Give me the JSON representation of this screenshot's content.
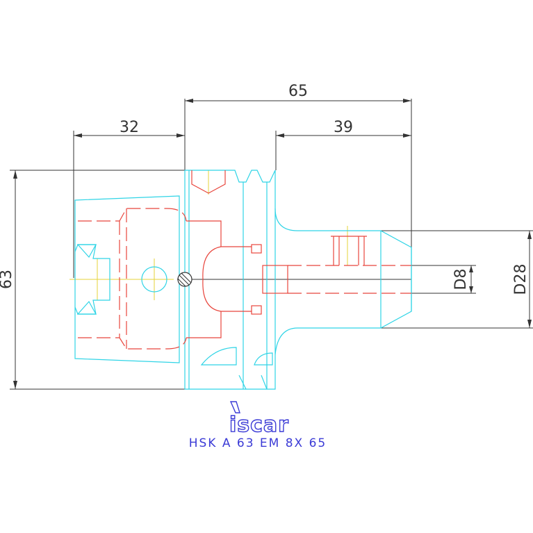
{
  "dimensions": {
    "overall_length": "65",
    "left_length": "32",
    "right_length": "39",
    "height": "63",
    "bore_diameter": "D8",
    "shank_diameter": "D28"
  },
  "logo": {
    "text": "iscar"
  },
  "caption": "HSK A 63 EM 8X 65",
  "colors": {
    "outline": "#2fd4e6",
    "hidden": "#e8453c",
    "centerline": "#e6d33a",
    "dimension": "#333333",
    "brand": "#3b3bd6"
  }
}
